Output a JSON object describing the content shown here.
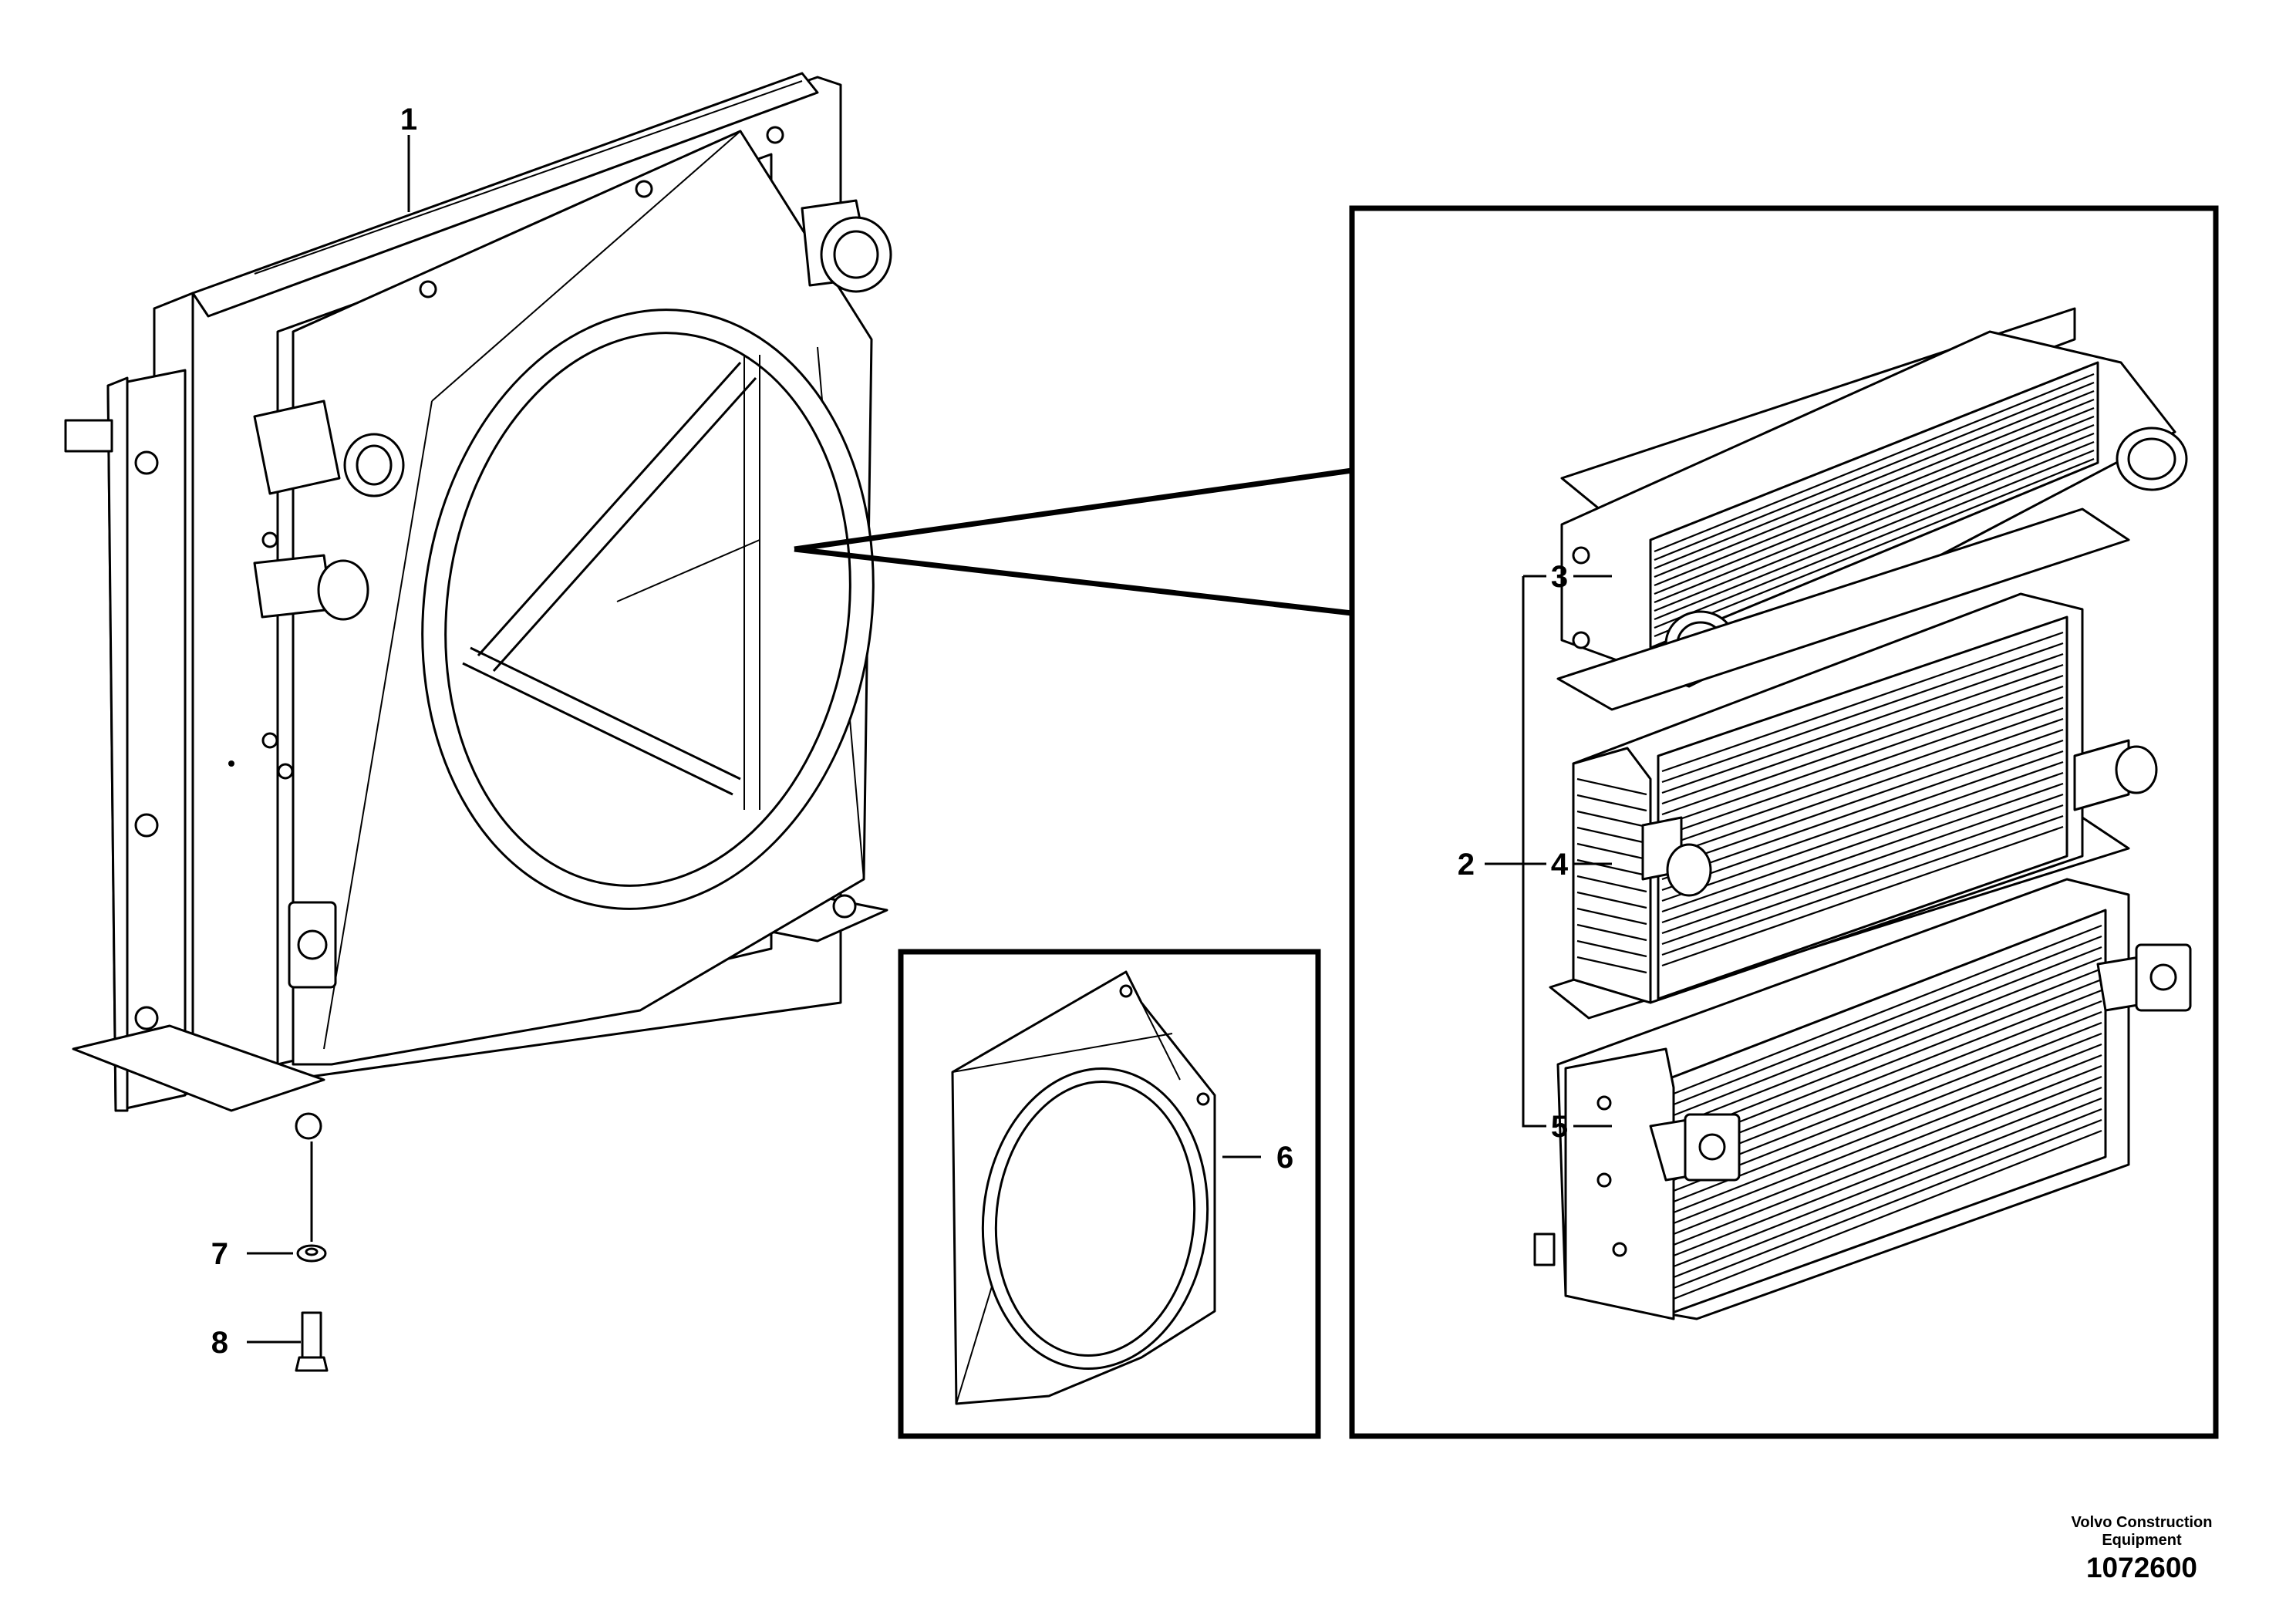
{
  "callouts": {
    "c1": "1",
    "c2": "2",
    "c3": "3",
    "c4": "4",
    "c5": "5",
    "c6": "6",
    "c7": "7",
    "c8": "8"
  },
  "caption": {
    "manufacturer": "Volvo Construction Equipment",
    "drawing_number": "1072600"
  }
}
